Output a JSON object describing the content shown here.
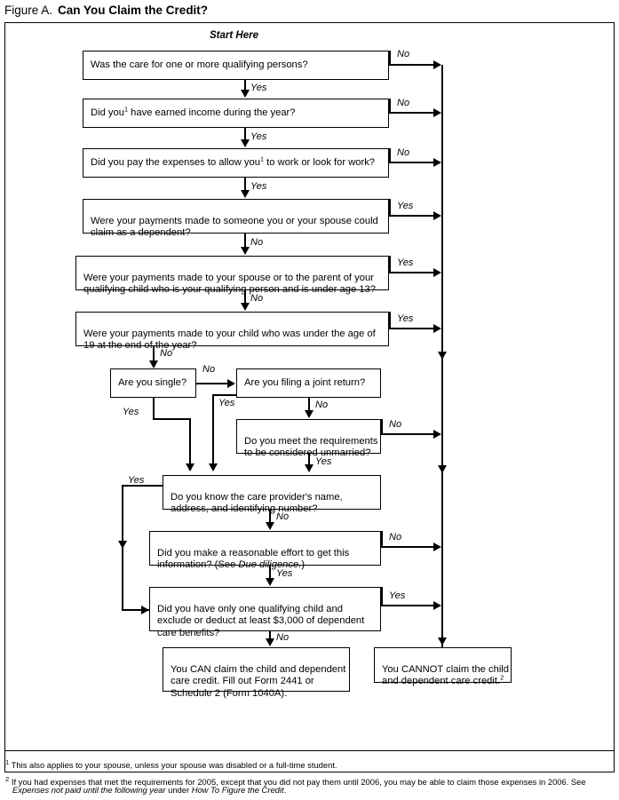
{
  "caption": {
    "figure_label": "Figure A.",
    "title": "Can You Claim the Credit?"
  },
  "start_label": "Start Here",
  "labels": {
    "yes": "Yes",
    "no": "No"
  },
  "chart_data": {
    "type": "diagram",
    "title": "Can You Claim the Credit?",
    "nodes": [
      {
        "id": "q1",
        "text": "Was the care for one or more qualifying persons?"
      },
      {
        "id": "q2",
        "text": "Did you¹ have earned income during the year?"
      },
      {
        "id": "q3",
        "text": "Did you pay the expenses to allow you¹ to work or look for work?"
      },
      {
        "id": "q4",
        "text": "Were your payments made to someone you or your spouse could claim as a dependent?"
      },
      {
        "id": "q5",
        "text": "Were your payments made to your spouse or to the parent of your qualifying child who is your qualifying person and is under age 13?"
      },
      {
        "id": "q6",
        "text": "Were your payments made to your child who was under the age of 19 at the end of the year?"
      },
      {
        "id": "q7",
        "text": "Are you single?"
      },
      {
        "id": "q8",
        "text": "Are you filing a joint return?"
      },
      {
        "id": "q9",
        "text": "Do you meet the requirements to be considered unmarried?"
      },
      {
        "id": "q10",
        "text": "Do you know the care provider's name, address, and identifying number?"
      },
      {
        "id": "q11",
        "text": "Did you make a reasonable effort to get this information? (See Due diligence.)"
      },
      {
        "id": "q12",
        "text": "Did you have only one qualifying child and exclude or deduct at least $3,000 of dependent care benefits?"
      },
      {
        "id": "can",
        "text": "You CAN claim the child and dependent care credit. Fill out Form 2441 or Schedule 2 (Form 1040A)."
      },
      {
        "id": "cannot",
        "text": "You CANNOT claim the child and dependent care credit.²"
      }
    ],
    "edges": [
      {
        "from": "q1",
        "to": "q2",
        "label": "Yes"
      },
      {
        "from": "q1",
        "to": "cannot",
        "label": "No"
      },
      {
        "from": "q2",
        "to": "q3",
        "label": "Yes"
      },
      {
        "from": "q2",
        "to": "cannot",
        "label": "No"
      },
      {
        "from": "q3",
        "to": "q4",
        "label": "Yes"
      },
      {
        "from": "q3",
        "to": "cannot",
        "label": "No"
      },
      {
        "from": "q4",
        "to": "q5",
        "label": "No"
      },
      {
        "from": "q4",
        "to": "cannot",
        "label": "Yes"
      },
      {
        "from": "q5",
        "to": "q6",
        "label": "No"
      },
      {
        "from": "q5",
        "to": "cannot",
        "label": "Yes"
      },
      {
        "from": "q6",
        "to": "q7",
        "label": "No"
      },
      {
        "from": "q6",
        "to": "cannot",
        "label": "Yes"
      },
      {
        "from": "q7",
        "to": "q8",
        "label": "No"
      },
      {
        "from": "q7",
        "to": "q10",
        "label": "Yes"
      },
      {
        "from": "q8",
        "to": "q9",
        "label": "No"
      },
      {
        "from": "q8",
        "to": "q10",
        "label": "Yes"
      },
      {
        "from": "q9",
        "to": "q10",
        "label": "Yes"
      },
      {
        "from": "q9",
        "to": "cannot",
        "label": "No"
      },
      {
        "from": "q10",
        "to": "q11",
        "label": "No"
      },
      {
        "from": "q10",
        "to": "q12",
        "label": "Yes"
      },
      {
        "from": "q11",
        "to": "q12",
        "label": "Yes"
      },
      {
        "from": "q11",
        "to": "cannot",
        "label": "No"
      },
      {
        "from": "q12",
        "to": "can",
        "label": "No"
      },
      {
        "from": "q12",
        "to": "cannot",
        "label": "Yes"
      }
    ]
  },
  "boxes": {
    "q1": "Was the care for one or more qualifying persons?",
    "q2_pre": "Did you",
    "q2_post": " have earned income during the year?",
    "q2_sup": "1",
    "q3_pre": "Did you pay the expenses to allow you",
    "q3_post": " to work or look for work?",
    "q3_sup": "1",
    "q4": "Were your payments made to someone you or your spouse could\nclaim as a dependent?",
    "q5": "Were your payments made to your spouse or to the parent of your\nqualifying child who is your qualifying person and is under age 13?",
    "q6": "Were your payments made to your child who was under the age of\n19 at the end of the year?",
    "q7": "Are you single?",
    "q8": "Are you filing a joint return?",
    "q9": "Do you meet the requirements\nto be considered unmarried?",
    "q10": "Do you know the care provider's name,\naddress, and identifying number?",
    "q11_pre": "Did you make a reasonable effort to get this",
    "q11_mid": "information? (See ",
    "q11_it": "Due diligence.",
    "q11_end": ")",
    "q12": "Did you have only one qualifying child and\nexclude or deduct at least $3,000 of dependent\ncare benefits?",
    "can": "You CAN claim the child and dependent\ncare credit. Fill out Form 2441 or\nSchedule 2 (Form 1040A).",
    "cannot_pre": "You CANNOT claim the child\nand dependent care credit.",
    "cannot_sup": "2"
  },
  "footnotes": {
    "one_marker": "1",
    "one": "This also applies to your spouse, unless your spouse was disabled or a full-time student.",
    "two_marker": "2",
    "two_line1": "If you had expenses that met the requirements for 2005, except that you did not pay them until 2006, you may be able to claim those expenses in 2006. See",
    "two_line2_it1": "Expenses not paid until the following year",
    "two_line2_mid": " under ",
    "two_line2_it2": "How To Figure the Credit",
    "two_line2_end": "."
  }
}
